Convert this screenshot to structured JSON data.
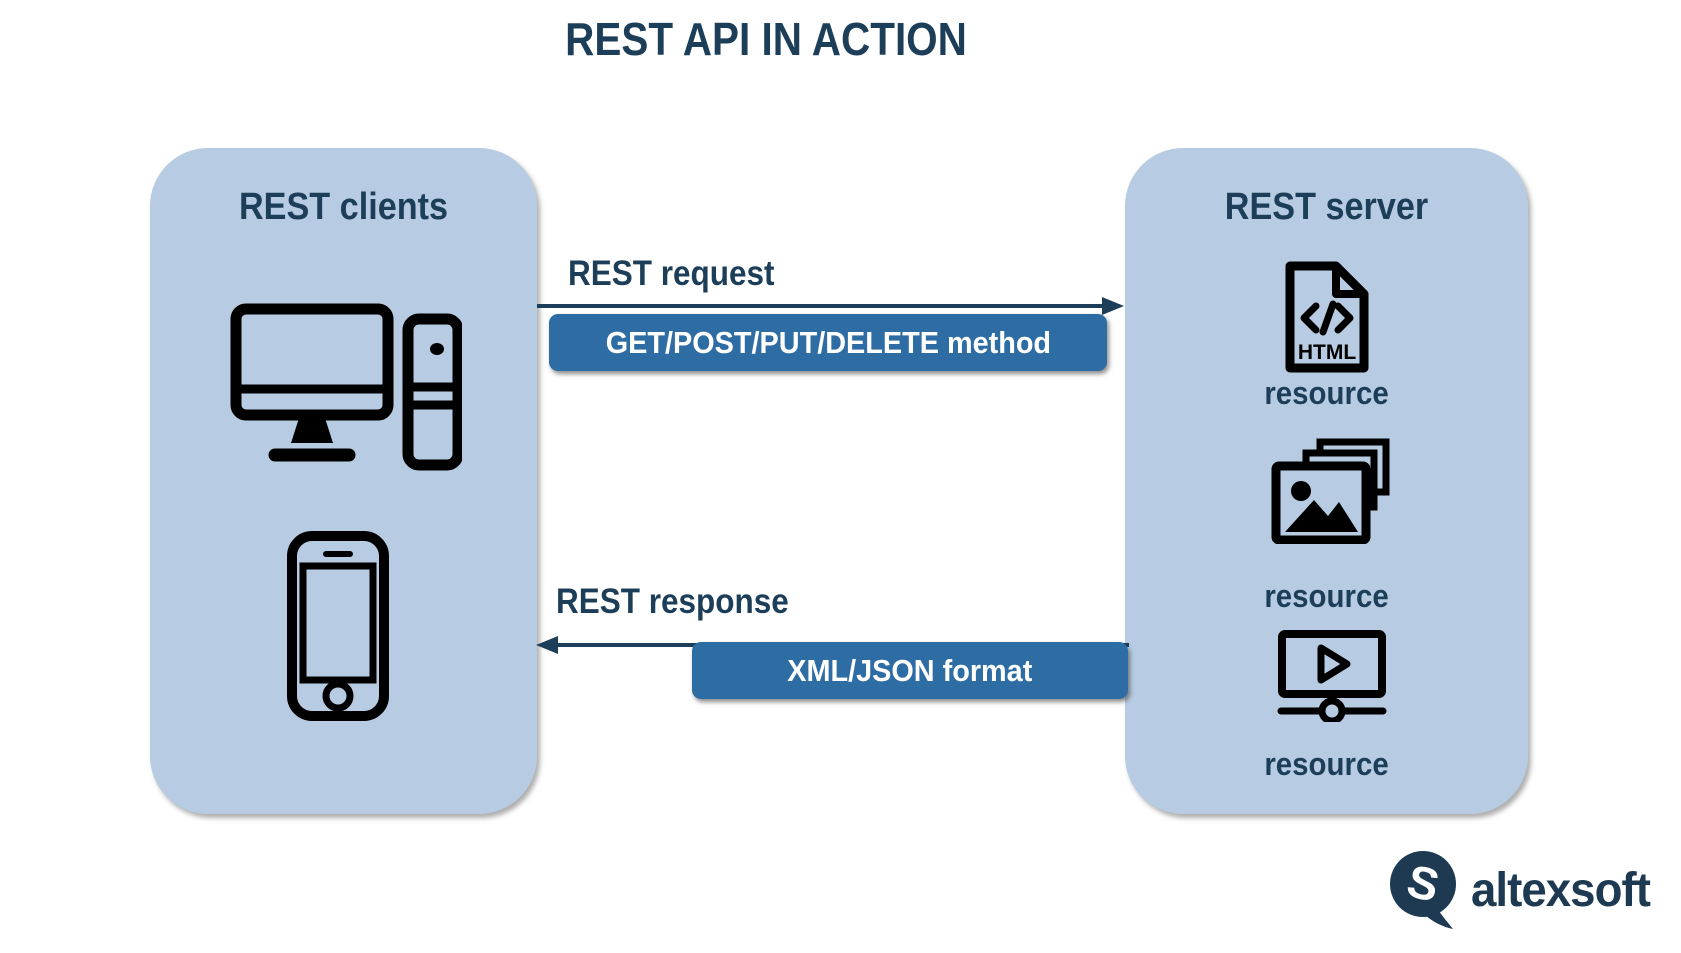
{
  "title": "REST API IN ACTION",
  "colors": {
    "navy": "#1d3e59",
    "panel_bg": "#b7cce2",
    "badge_bg": "#2e6da4",
    "badge_text": "#ffffff",
    "icon_ink": "#000000",
    "logo_navy": "#1e3a52"
  },
  "clients_panel": {
    "label": "REST clients",
    "icons": [
      {
        "name": "desktop-computer-icon"
      },
      {
        "name": "smartphone-icon"
      }
    ]
  },
  "server_panel": {
    "label": "REST server",
    "resources": [
      {
        "icon": "html-file-icon",
        "file_type_text": "HTML",
        "label": "resource"
      },
      {
        "icon": "images-icon",
        "label": "resource"
      },
      {
        "icon": "video-player-icon",
        "label": "resource"
      }
    ]
  },
  "request_flow": {
    "label": "REST request",
    "badge": "GET/POST/PUT/DELETE method",
    "direction": "left-to-right"
  },
  "response_flow": {
    "label": "REST response",
    "badge": "XML/JSON format",
    "direction": "right-to-left"
  },
  "logo": {
    "mark_letter": "S",
    "text": "altexsoft"
  }
}
